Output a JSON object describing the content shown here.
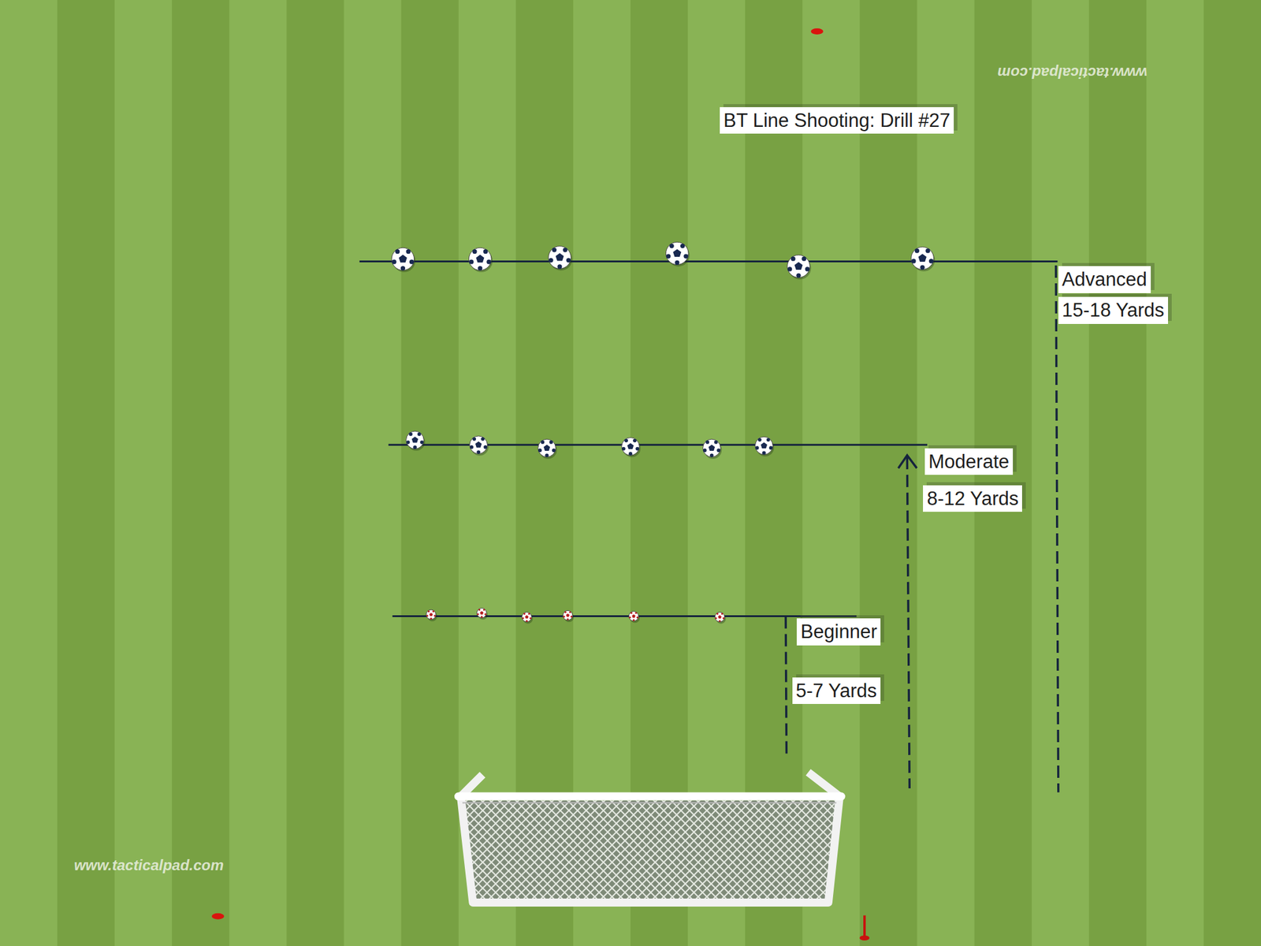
{
  "diagram": {
    "title": "BT Line Shooting: Drill #27",
    "nodes": [
      {
        "text": [
          "Advanced"
        ]
      },
      {
        "text": [
          "15-18 Yards"
        ]
      },
      {
        "text": [
          "Moderate"
        ]
      },
      {
        "text": [
          "8-12 Yards"
        ]
      },
      {
        "text": [
          "Beginner"
        ]
      },
      {
        "text": [
          "5-7 Yards"
        ]
      }
    ],
    "labels": [
      "www.tacticalpad.com",
      "www.tacticalpad.com"
    ]
  }
}
